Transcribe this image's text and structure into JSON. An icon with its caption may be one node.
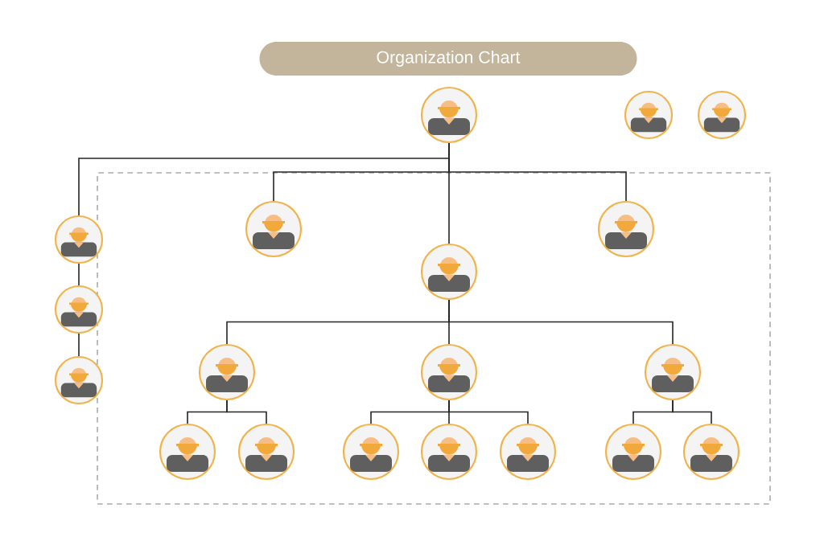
{
  "diagram": {
    "title": "Organization Chart",
    "nodes": [
      {
        "text": [],
        "shape": "person"
      },
      {
        "text": [],
        "shape": "person"
      },
      {
        "text": [],
        "shape": "person"
      },
      {
        "text": [],
        "shape": "box"
      },
      {
        "text": [],
        "shape": "person",
        "in": 3
      },
      {
        "text": [],
        "shape": "person",
        "in": 3
      },
      {
        "text": [],
        "shape": "person",
        "in": 3
      },
      {
        "text": [],
        "shape": "person",
        "in": 3
      },
      {
        "text": [],
        "shape": "person",
        "in": 3
      },
      {
        "text": [],
        "shape": "person",
        "in": 3
      },
      {
        "text": [],
        "shape": "person",
        "in": 3
      },
      {
        "text": [],
        "shape": "person",
        "in": 3
      },
      {
        "text": [],
        "shape": "person",
        "in": 3
      },
      {
        "text": [],
        "shape": "person",
        "in": 3
      },
      {
        "text": [],
        "shape": "person",
        "in": 3
      },
      {
        "text": [],
        "shape": "person",
        "in": 3
      },
      {
        "text": [],
        "shape": "person",
        "in": 3
      },
      {
        "text": [],
        "shape": "person"
      },
      {
        "text": [],
        "shape": "person"
      },
      {
        "text": [],
        "shape": "person"
      }
    ],
    "edges": [
      {
        "from": 0,
        "to": 17,
        "arrow": "none"
      },
      {
        "from": 17,
        "to": 18,
        "arrow": "none"
      },
      {
        "from": 18,
        "to": 19,
        "arrow": "none"
      },
      {
        "from": 0,
        "to": 4,
        "arrow": "none"
      },
      {
        "from": 0,
        "to": 5,
        "arrow": "none"
      },
      {
        "from": 0,
        "to": 6,
        "arrow": "none"
      },
      {
        "from": 6,
        "to": 7,
        "arrow": "none"
      },
      {
        "from": 6,
        "to": 8,
        "arrow": "none"
      },
      {
        "from": 6,
        "to": 9,
        "arrow": "none"
      },
      {
        "from": 7,
        "to": 10,
        "arrow": "none"
      },
      {
        "from": 7,
        "to": 11,
        "arrow": "none"
      },
      {
        "from": 8,
        "to": 12,
        "arrow": "none"
      },
      {
        "from": 8,
        "to": 13,
        "arrow": "none"
      },
      {
        "from": 8,
        "to": 14,
        "arrow": "none"
      },
      {
        "from": 9,
        "to": 15,
        "arrow": "none"
      },
      {
        "from": 9,
        "to": 16,
        "arrow": "none"
      }
    ]
  }
}
